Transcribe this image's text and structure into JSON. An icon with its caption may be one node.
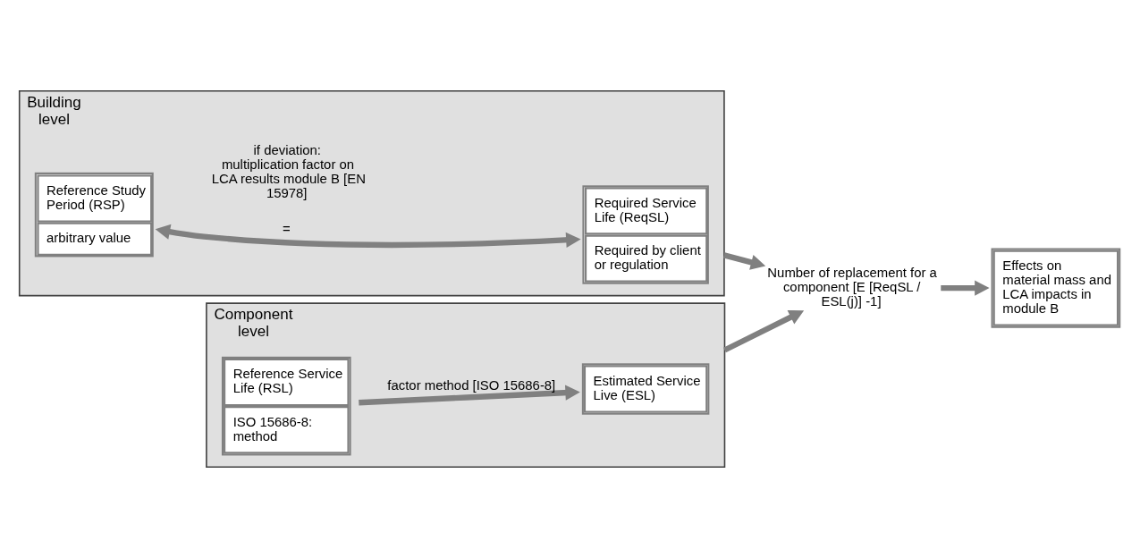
{
  "diagram": {
    "nodes": [
      {
        "text": [
          "Building level"
        ]
      },
      {
        "text": [
          "Reference Study Period (RSP)",
          "arbitrary value"
        ],
        "in": 0
      },
      {
        "text": [
          "Required Service Life (ReqSL)",
          "Required by client or regulation"
        ],
        "in": 0
      },
      {
        "text": [
          "Number of replacement for a component [E [ReqSL / ESL(j)] -1]"
        ]
      },
      {
        "text": [
          "Effects on material mass and LCA impacts in module B"
        ]
      },
      {
        "text": [
          "Component level"
        ]
      },
      {
        "text": [
          "Reference Service Life (RSL)",
          "ISO 15686-8: method"
        ],
        "in": 5
      },
      {
        "text": [
          "Estimated Service Live (ESL)"
        ],
        "in": 5
      }
    ],
    "edges": [
      {
        "from": 1,
        "to": 2,
        "arrow": "both",
        "label": "="
      },
      {
        "from": 0,
        "to": 3,
        "arrow": "to"
      },
      {
        "from": 5,
        "to": 3,
        "arrow": "to"
      },
      {
        "from": 3,
        "to": 4,
        "arrow": "to"
      },
      {
        "from": 6,
        "to": 7,
        "arrow": "to",
        "label": "factor method [ISO 15686-8]"
      }
    ],
    "labels": [
      "if deviation: multiplication factor on LCA results module B [EN 15978]"
    ]
  }
}
